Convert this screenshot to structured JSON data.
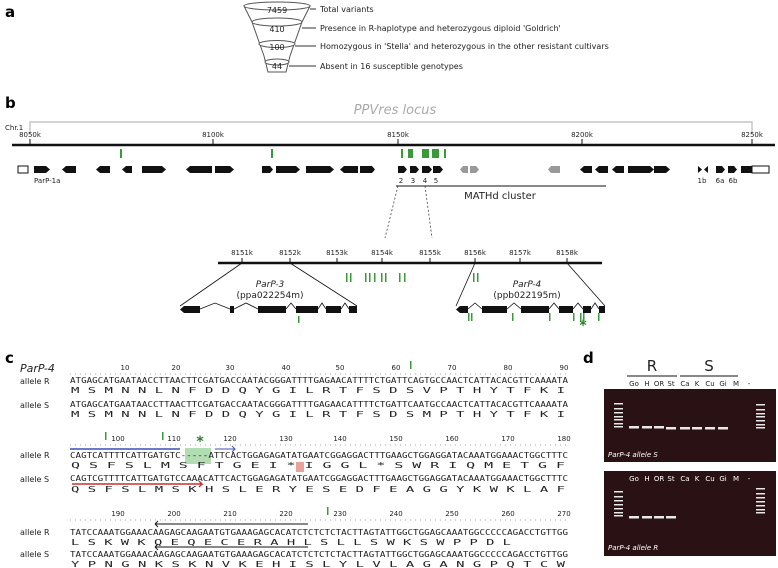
{
  "panels": {
    "a": "a",
    "b": "b",
    "c": "c",
    "d": "d"
  },
  "panel_a": {
    "levels": [
      {
        "count": "7459",
        "label": "Total variants"
      },
      {
        "count": "410",
        "label": "Presence in R-haplotype and heterozygous diploid 'Goldrich'"
      },
      {
        "count": "100",
        "label": "Homozygous in 'Stella' and heterozygous in the other resistant cultivars"
      },
      {
        "count": "44",
        "label": "Absent in 16 susceptible genotypes"
      }
    ]
  },
  "panel_b": {
    "locus_title": "PPVres locus",
    "chromosome": "Chr.1",
    "ticks": [
      "8050k",
      "8100k",
      "8150k",
      "8200k",
      "8250k"
    ],
    "gene_labels": [
      "ParP-1a",
      "2",
      "3",
      "4",
      "5",
      "1b",
      "6a",
      "6b"
    ],
    "cluster_label": "MATHd cluster",
    "zoom_ticks": [
      "8151k",
      "8152k",
      "8153k",
      "8154k",
      "8155k",
      "8156k",
      "8157k",
      "8158k"
    ],
    "parp3": {
      "name": "ParP-3",
      "id": "(ppa022254m)"
    },
    "parp4": {
      "name": "ParP-4",
      "id": "(ppb022195m)"
    }
  },
  "panel_c": {
    "title": "ParP-4",
    "allele_r": "allele R",
    "allele_s": "allele S",
    "blocks": [
      {
        "ruler": [
          "10",
          "20",
          "30",
          "40",
          "50",
          "60",
          "70",
          "80",
          "90"
        ],
        "r_seq": "ATGAGCATGAATAACCTTAACTTCGATGACCAATACGGGATTTTGAGAACATTTTCTGATTCAGTGCCAACTCATTACACGTTCAAAATA",
        "r_aa": "M  S  M  N  N  L  N  F  D  D  Q  Y  G  I  L  R  T  F  S  D  S  V  P  T  H  Y  T  F  K  I",
        "s_seq": "ATGAGCATGAATAACCTTAACTTCGATGACCAATACGGGATTTTGAGAACATTTTCTGATTCAATGCCAACTCATTACACGTTCAAAATA",
        "s_aa": "M  S  M  N  N  L  N  F  D  D  Q  Y  G  I  L  R  T  F  S  D  S  M  P  T  H  Y  T  F  K  I"
      },
      {
        "ruler": [
          "100",
          "110",
          "120",
          "130",
          "140",
          "150",
          "160",
          "170",
          "180"
        ],
        "r_seq": "CAGTCATTTTCATTGATGTC-----ATTCACTGGAGAGATATGAATCGGAGGACTTTGAAGCTGGAGGATACAAATGGAAACTGGCTTTC",
        "r_aa": "Q  S  F  S  L  M  S     F  T  G  E  I  *  I  G  G  L  *  S  W  R  I  Q  M  E  T  G  F",
        "s_seq": "CAGTCGTTTTCATTGATGTCCAAACATTCACTGGAGAGATATGAATCGGAGGACTTTGAAGCTGGAGGATACAAATGGAAACTGGCTTTC",
        "s_aa": "Q  S  F  S  L  M  S  K  H  S  L  E  R  Y  E  S  E  D  F  E  A  G  G  Y  K  W  K  L  A  F"
      },
      {
        "ruler": [
          "190",
          "200",
          "210",
          "220",
          "230",
          "240",
          "250",
          "260",
          "270"
        ],
        "r_seq": "TATCCAAATGGAAACAAGAGCAAGAATGTGAAAGAGCACATCTCTCTCTACTTAGTATTGGCTGGAGCAAATGGCCCCCAGACCTGTTGG",
        "r_aa": "L  S  K  W  K  Q  E  Q  E  C  E  R  A  H  L  S  L  L  S  W  K  S  W  P  P  D  L",
        "s_seq": "TATCCAAATGGAAACAAGAGCAAGAATGTGAAAGAGCACATCTCTCTCTACTTAGTATTGGCTGGAGCAAATGGCCCCCAGACCTGTTGG",
        "s_aa": "Y  P  N  G  N  K  S  K  N  V  K  E  H  I  S  L  Y  L  V  L  A  G  A  N  G  P  Q  T  C  W"
      }
    ]
  },
  "panel_d": {
    "group_r": "R",
    "group_s": "S",
    "lanes": [
      "Go",
      "H",
      "OR",
      "St",
      "Ca",
      "K",
      "Cu",
      "Gi",
      "M",
      "-"
    ],
    "gel_top_caption": "ParP-4 allele S",
    "gel_bottom_caption": "ParP-4 allele R",
    "gel_color": "#2a1214",
    "band_color": "#e8e8e8"
  }
}
